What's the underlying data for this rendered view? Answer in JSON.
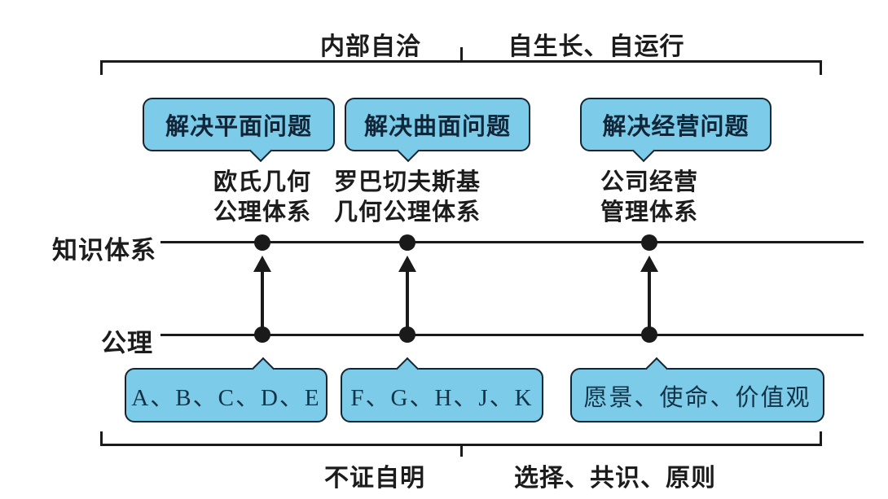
{
  "top_bracket": {
    "label_left": "内部自洽",
    "label_right": "自生长、自运行"
  },
  "bottom_bracket": {
    "label_left": "不证自明",
    "label_right": "选择、共识、原则"
  },
  "rows": {
    "knowledge_label": "知识体系",
    "axiom_label": "公理"
  },
  "columns": [
    {
      "top_bubble": "解决平面问题",
      "system_line1": "欧氏几何",
      "system_line2": "公理体系",
      "bottom_bubble": "A、B、C、D、E"
    },
    {
      "top_bubble": "解决曲面问题",
      "system_line1": "罗巴切夫斯基",
      "system_line2": "几何公理体系",
      "bottom_bubble": "F、G、H、J、K"
    },
    {
      "top_bubble": "解决经营问题",
      "system_line1": "公司经营",
      "system_line2": "管理体系",
      "bottom_bubble": "愿景、使命、价值观"
    }
  ],
  "colors": {
    "bubble_fill": "#7ccbe9",
    "bubble_border": "#16242f",
    "line": "#1a1a1a"
  }
}
